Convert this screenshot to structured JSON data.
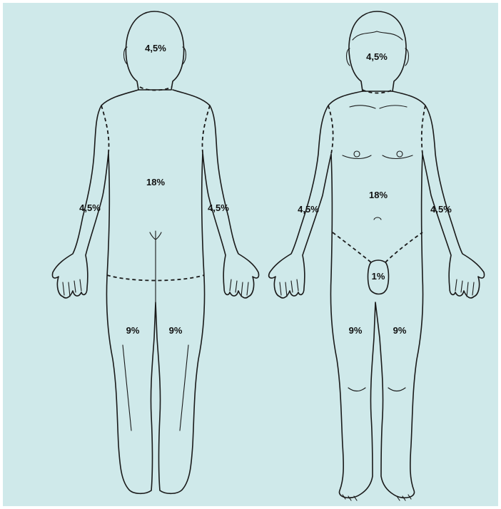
{
  "colors": {
    "background": "#cfe9ea",
    "outline": "#1a1a1a"
  },
  "back_view": {
    "head": "4,5%",
    "trunk": "18%",
    "left_arm": "4,5%",
    "right_arm": "4,5%",
    "left_leg": "9%",
    "right_leg": "9%"
  },
  "front_view": {
    "head": "4,5%",
    "trunk": "18%",
    "left_arm": "4,5%",
    "right_arm": "4,5%",
    "genitals": "1%",
    "left_leg": "9%",
    "right_leg": "9%"
  }
}
